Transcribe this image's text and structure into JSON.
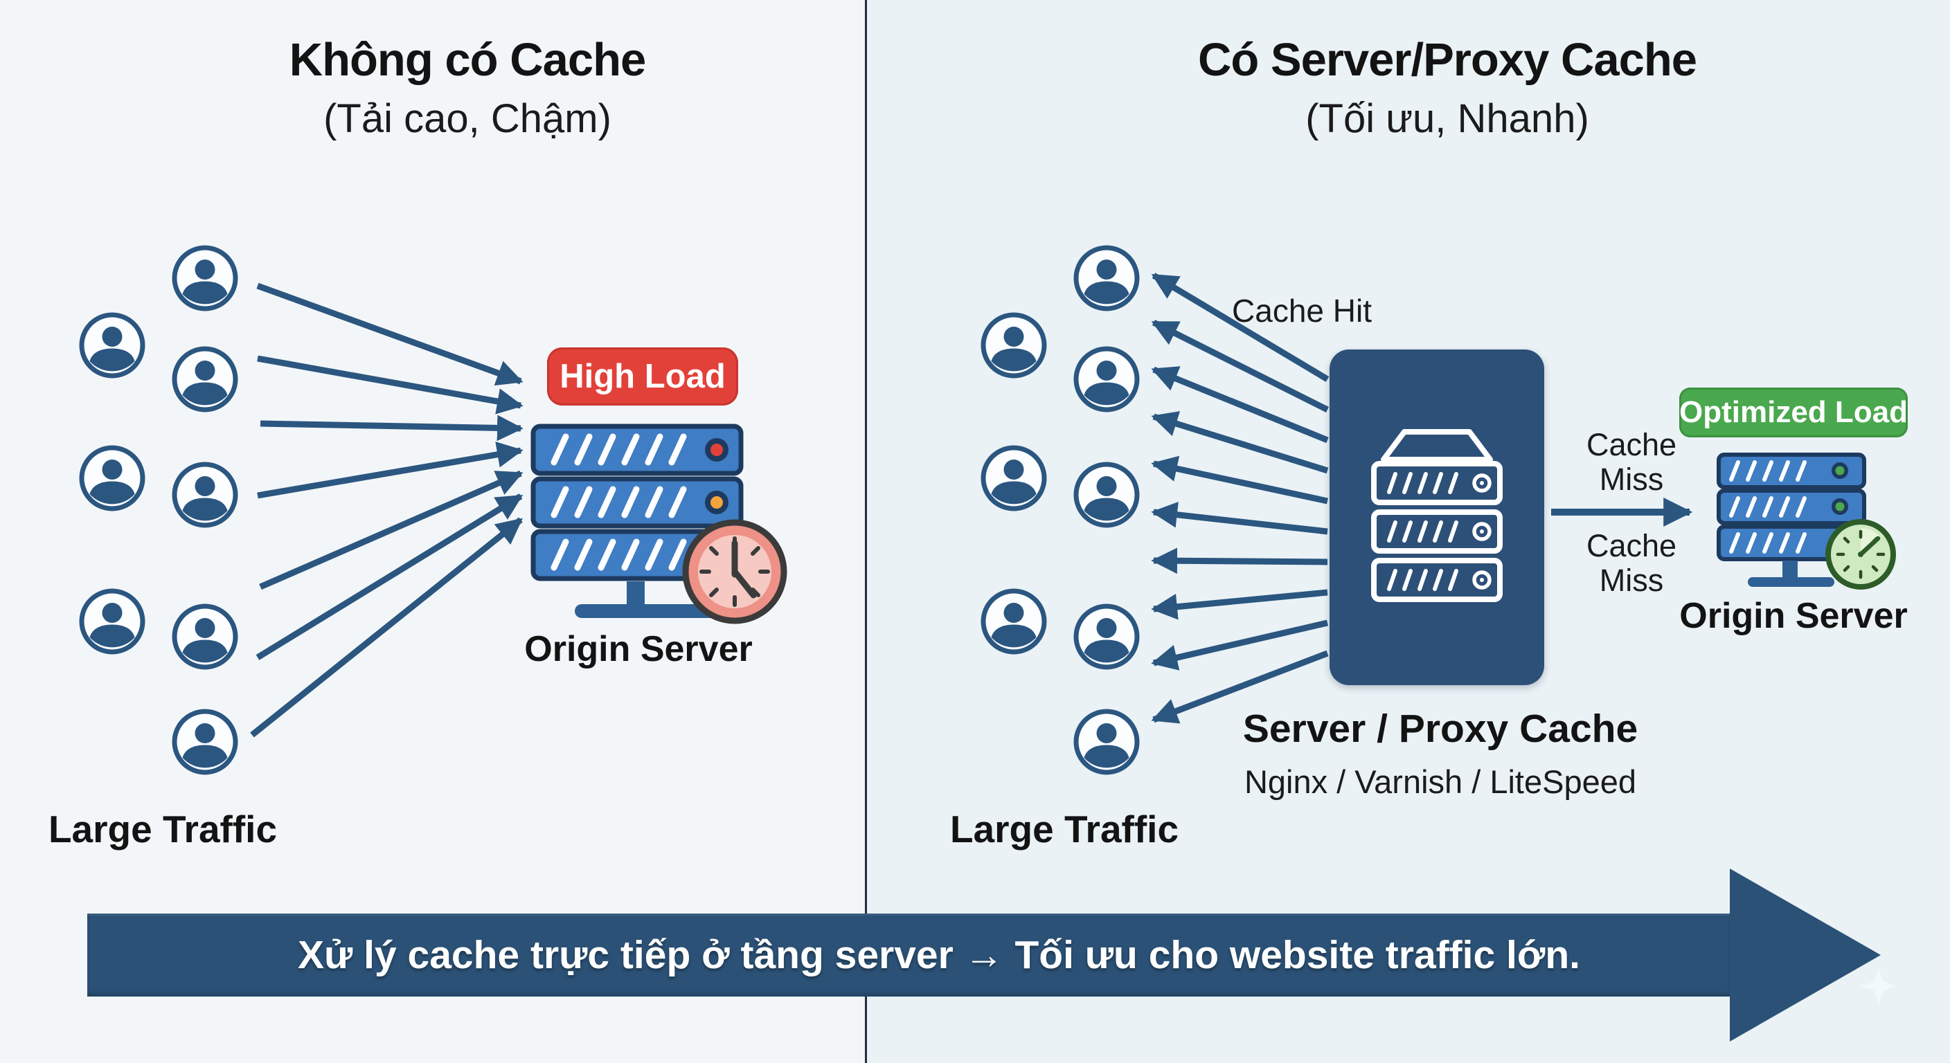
{
  "left_panel": {
    "title": "Không có Cache",
    "subtitle": "(Tải cao, Chậm)",
    "load_badge": "High Load",
    "origin_server_label": "Origin Server",
    "traffic_label": "Large Traffic"
  },
  "right_panel": {
    "title": "Có Server/Proxy Cache",
    "subtitle": "(Tối ưu, Nhanh)",
    "cache_hit_label": "Cache Hit",
    "cache_miss_top_label": "Cache Miss",
    "cache_miss_bottom_label": "Cache Miss",
    "load_badge": "Optimized Load",
    "cache_box_title": "Server / Proxy Cache",
    "cache_box_subtitle": "Nginx / Varnish / LiteSpeed",
    "origin_server_label": "Origin Server",
    "traffic_label": "Large Traffic"
  },
  "footer": {
    "banner_text": "Xử lý cache trực tiếp ở tầng server → Tối ưu cho website traffic lớn."
  },
  "icons": {
    "user": "user-icon",
    "server": "server-stack-icon",
    "clock_slow": "red-clock-icon",
    "clock_fast": "green-clock-icon"
  },
  "colors": {
    "navy_arrows": "#2b5680",
    "cache_box": "#2d5078",
    "banner": "#2b5176",
    "server_blue": "#3f7dc4",
    "high_load_red": "#e2413a",
    "optimized_green": "#4aa84e",
    "led_red": "#e2413a",
    "led_orange": "#f1a53c",
    "led_green": "#4aa84e",
    "bg_left": "#f3f6f8",
    "bg_right": "#eaf2f6"
  }
}
